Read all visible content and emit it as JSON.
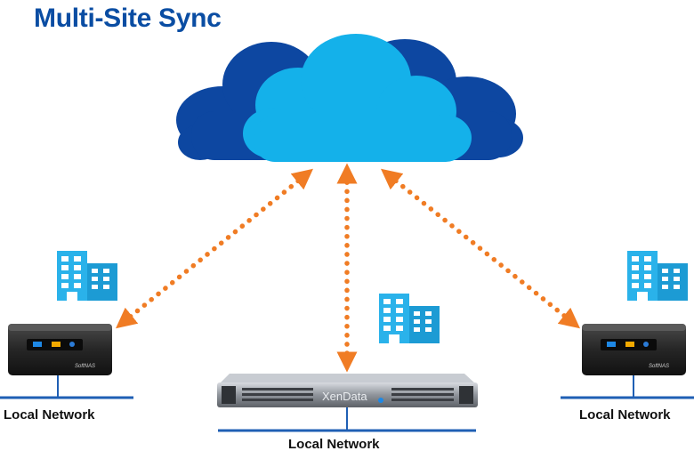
{
  "title": "Multi-Site Sync",
  "sites": [
    {
      "network_label": "Local Network",
      "device": "mini-pc",
      "device_badge": "SoftNAS"
    },
    {
      "network_label": "Local Network",
      "device": "rack-server",
      "device_badge": "XenData"
    },
    {
      "network_label": "Local Network",
      "device": "mini-pc",
      "device_badge": "SoftNAS"
    }
  ],
  "colors": {
    "title": "#0a4da3",
    "cloud_back": "#0d47a1",
    "cloud_front": "#14b1ea",
    "arrow": "#f07c24",
    "building": "#2ab2ea",
    "network_line": "#1f5fb4"
  },
  "icons": [
    "cloud-icon",
    "building-icon",
    "mini-pc-icon",
    "rack-server-icon"
  ]
}
